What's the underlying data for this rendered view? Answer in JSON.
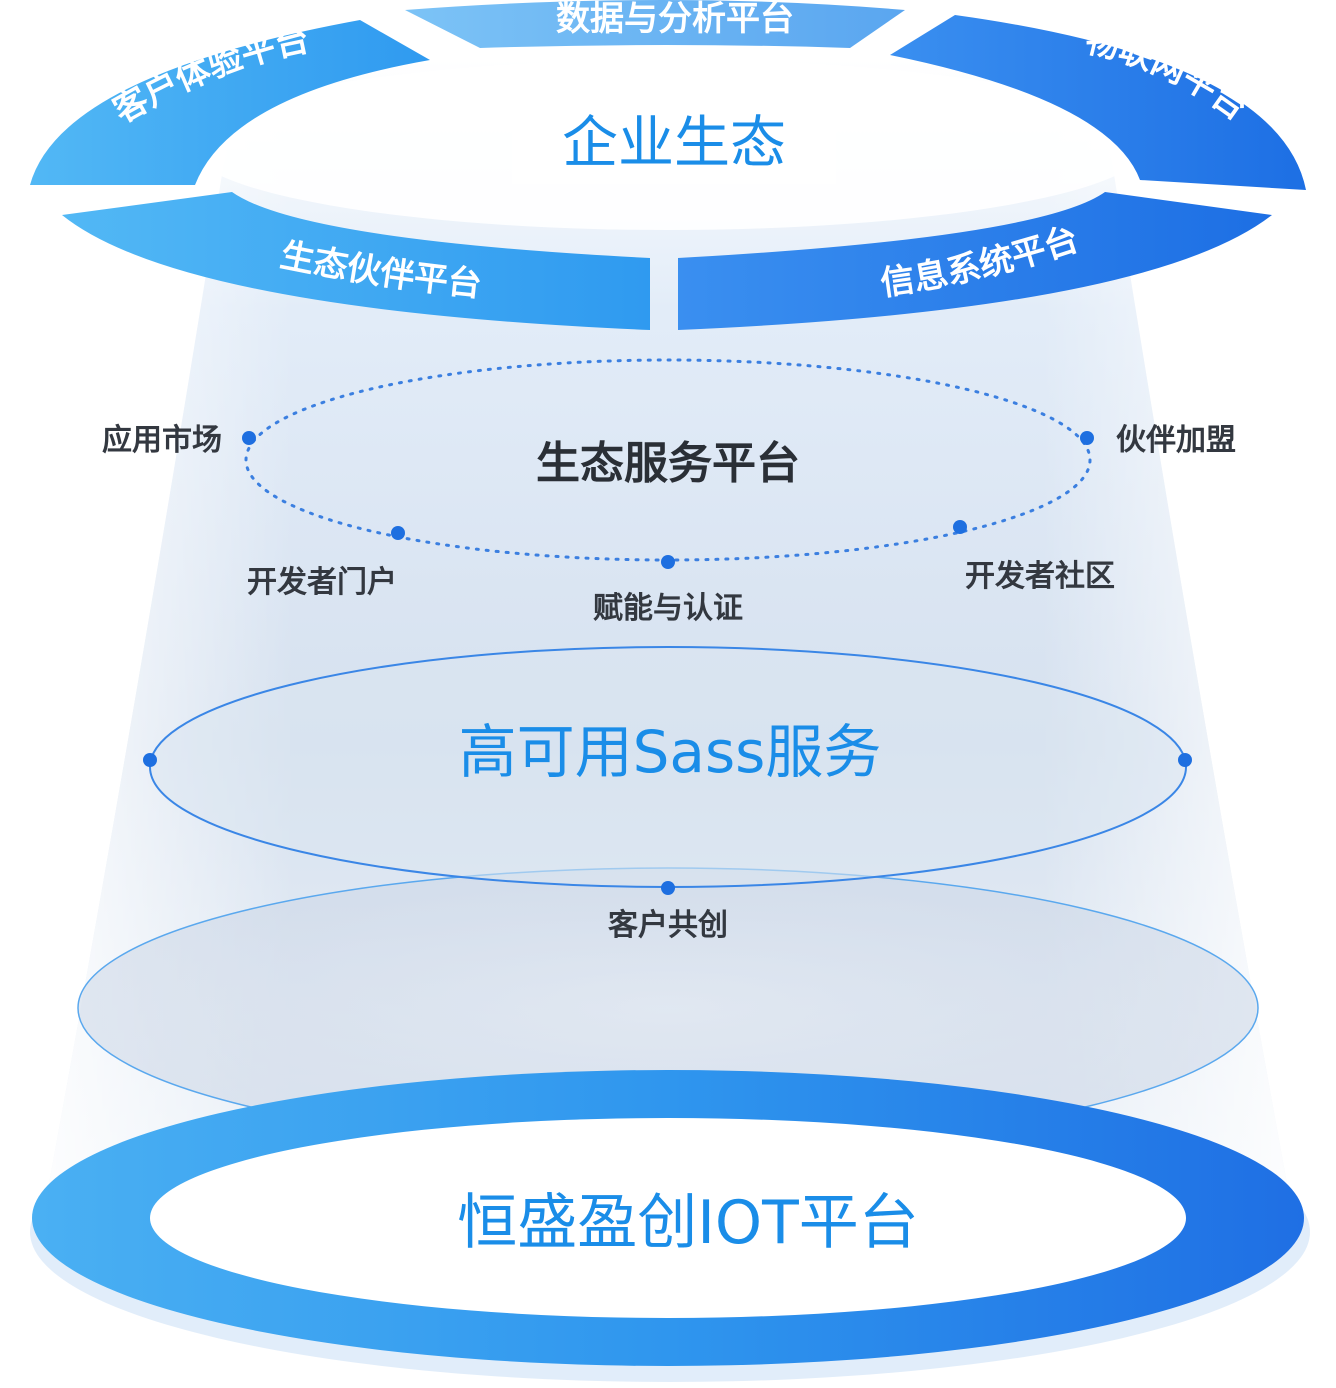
{
  "colors": {
    "brand_blue": "#1a8de8",
    "ring_light": "#5ab8f5",
    "ring_dark": "#1d73e6",
    "dot": "#1e6fe0",
    "label_dark": "#333840"
  },
  "top": {
    "title": "企业生态",
    "segments": {
      "data": "数据与分析平台",
      "customer": "客户体验平台",
      "iot": "物联网平台",
      "partner": "生态伙伴平台",
      "info": "信息系统平台"
    }
  },
  "middle": {
    "title": "生态服务平台",
    "nodes": {
      "app_market": "应用市场",
      "partner_join": "伙伴加盟",
      "dev_portal": "开发者门户",
      "empower": "赋能与认证",
      "dev_community": "开发者社区"
    }
  },
  "saas": {
    "title": "高可用Sass服务",
    "node": "客户共创"
  },
  "base": {
    "title": "恒盛盈创IOT平台"
  }
}
